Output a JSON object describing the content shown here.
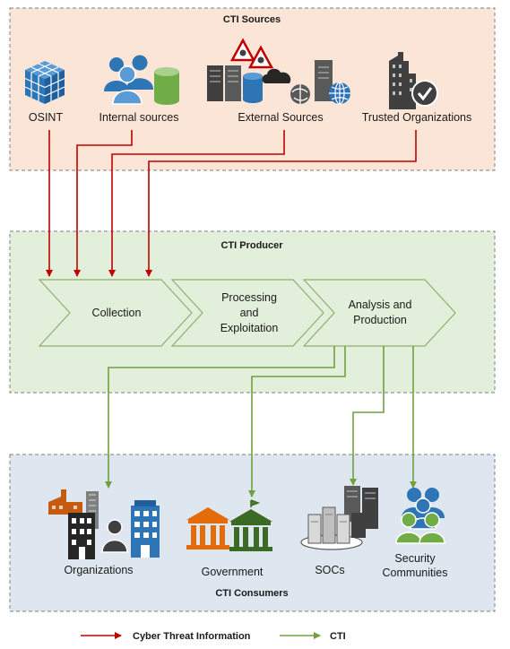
{
  "sources": {
    "title": "CTI Sources",
    "items": [
      "OSINT",
      "Internal sources",
      "External  Sources",
      "Trusted Organizations"
    ]
  },
  "producer": {
    "title": "CTI Producer",
    "stages": [
      {
        "lines": [
          "Collection"
        ]
      },
      {
        "lines": [
          "Processing",
          "and",
          "Exploitation"
        ]
      },
      {
        "lines": [
          "Analysis and",
          "Production"
        ]
      }
    ]
  },
  "consumers": {
    "title": "CTI Consumers",
    "items": [
      {
        "lines": [
          "Organizations"
        ]
      },
      {
        "lines": [
          "Government"
        ]
      },
      {
        "lines": [
          "SOCs"
        ]
      },
      {
        "lines": [
          "Security",
          "Communities"
        ]
      }
    ]
  },
  "legend": {
    "red_label": "Cyber Threat Information",
    "green_label": "CTI"
  },
  "colors": {
    "sources_bg": "#fbe5d6",
    "producer_bg": "#e2efda",
    "consumers_bg": "#dee6ef",
    "stage_fill": "#e2efda",
    "stage_stroke": "#8faf6e",
    "red_arrow": "#c00000",
    "green_arrow": "#70a040",
    "icon_blue": "#2e75b6",
    "icon_gray": "#404040",
    "icon_green": "#70ad47",
    "icon_orange": "#e36c09"
  }
}
